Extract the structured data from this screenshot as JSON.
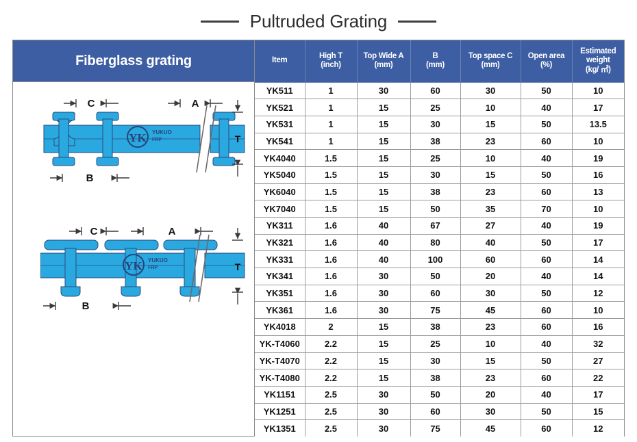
{
  "title": {
    "text": "Pultruded Grating",
    "rule_left": "title-rule-left",
    "rule_right": "title-rule-right"
  },
  "left_panel": {
    "header": "Fiberglass grating",
    "diagrams": [
      {
        "name": "i-beam-profile-diagram",
        "labels": {
          "c": "C",
          "a": "A",
          "b": "B",
          "t": "T"
        },
        "logo_mark": "YK",
        "logo_text_line1": "YUKUO",
        "logo_text_line2": "FRP"
      },
      {
        "name": "t-bar-profile-diagram",
        "labels": {
          "c": "C",
          "a": "A",
          "b": "B",
          "t": "T"
        },
        "logo_mark": "YK",
        "logo_text_line1": "YUKUO",
        "logo_text_line2": "FRP"
      }
    ]
  },
  "colors": {
    "header_blue": "#3d5ea3",
    "diagram_blue": "#29a9e0",
    "diagram_outline": "#2b4a7d",
    "grid_line": "#9a9a9a",
    "title_rule": "#3d3d3d"
  },
  "table": {
    "columns": [
      {
        "key": "item",
        "line1": "Item",
        "line2": ""
      },
      {
        "key": "high",
        "line1": "High  T",
        "line2": "(inch)"
      },
      {
        "key": "topa",
        "line1": "Top Wide A",
        "line2": "(mm)"
      },
      {
        "key": "b",
        "line1": "B",
        "line2": "(mm)"
      },
      {
        "key": "space",
        "line1": "Top space C",
        "line2": "(mm)"
      },
      {
        "key": "open",
        "line1": "Open area",
        "line2": "(%)"
      },
      {
        "key": "weight",
        "line1": "Estimated",
        "line2": "weight",
        "line3": "(kg/ ㎡)"
      }
    ],
    "rows": [
      {
        "item": "YK511",
        "high": "1",
        "topa": "30",
        "b": "60",
        "space": "30",
        "open": "50",
        "weight": "10"
      },
      {
        "item": "YK521",
        "high": "1",
        "topa": "15",
        "b": "25",
        "space": "10",
        "open": "40",
        "weight": "17"
      },
      {
        "item": "YK531",
        "high": "1",
        "topa": "15",
        "b": "30",
        "space": "15",
        "open": "50",
        "weight": "13.5"
      },
      {
        "item": "YK541",
        "high": "1",
        "topa": "15",
        "b": "38",
        "space": "23",
        "open": "60",
        "weight": "10"
      },
      {
        "item": "YK4040",
        "high": "1.5",
        "topa": "15",
        "b": "25",
        "space": "10",
        "open": "40",
        "weight": "19"
      },
      {
        "item": "YK5040",
        "high": "1.5",
        "topa": "15",
        "b": "30",
        "space": "15",
        "open": "50",
        "weight": "16"
      },
      {
        "item": "YK6040",
        "high": "1.5",
        "topa": "15",
        "b": "38",
        "space": "23",
        "open": "60",
        "weight": "13"
      },
      {
        "item": "YK7040",
        "high": "1.5",
        "topa": "15",
        "b": "50",
        "space": "35",
        "open": "70",
        "weight": "10"
      },
      {
        "item": "YK311",
        "high": "1.6",
        "topa": "40",
        "b": "67",
        "space": "27",
        "open": "40",
        "weight": "19"
      },
      {
        "item": "YK321",
        "high": "1.6",
        "topa": "40",
        "b": "80",
        "space": "40",
        "open": "50",
        "weight": "17"
      },
      {
        "item": "YK331",
        "high": "1.6",
        "topa": "40",
        "b": "100",
        "space": "60",
        "open": "60",
        "weight": "14"
      },
      {
        "item": "YK341",
        "high": "1.6",
        "topa": "30",
        "b": "50",
        "space": "20",
        "open": "40",
        "weight": "14"
      },
      {
        "item": "YK351",
        "high": "1.6",
        "topa": "30",
        "b": "60",
        "space": "30",
        "open": "50",
        "weight": "12"
      },
      {
        "item": "YK361",
        "high": "1.6",
        "topa": "30",
        "b": "75",
        "space": "45",
        "open": "60",
        "weight": "10"
      },
      {
        "item": "YK4018",
        "high": "2",
        "topa": "15",
        "b": "38",
        "space": "23",
        "open": "60",
        "weight": "16"
      },
      {
        "item": "YK-T4060",
        "high": "2.2",
        "topa": "15",
        "b": "25",
        "space": "10",
        "open": "40",
        "weight": "32"
      },
      {
        "item": "YK-T4070",
        "high": "2.2",
        "topa": "15",
        "b": "30",
        "space": "15",
        "open": "50",
        "weight": "27"
      },
      {
        "item": "YK-T4080",
        "high": "2.2",
        "topa": "15",
        "b": "38",
        "space": "23",
        "open": "60",
        "weight": "22"
      },
      {
        "item": "YK1151",
        "high": "2.5",
        "topa": "30",
        "b": "50",
        "space": "20",
        "open": "40",
        "weight": "17"
      },
      {
        "item": "YK1251",
        "high": "2.5",
        "topa": "30",
        "b": "60",
        "space": "30",
        "open": "50",
        "weight": "15"
      },
      {
        "item": "YK1351",
        "high": "2.5",
        "topa": "30",
        "b": "75",
        "space": "45",
        "open": "60",
        "weight": "12"
      }
    ]
  }
}
